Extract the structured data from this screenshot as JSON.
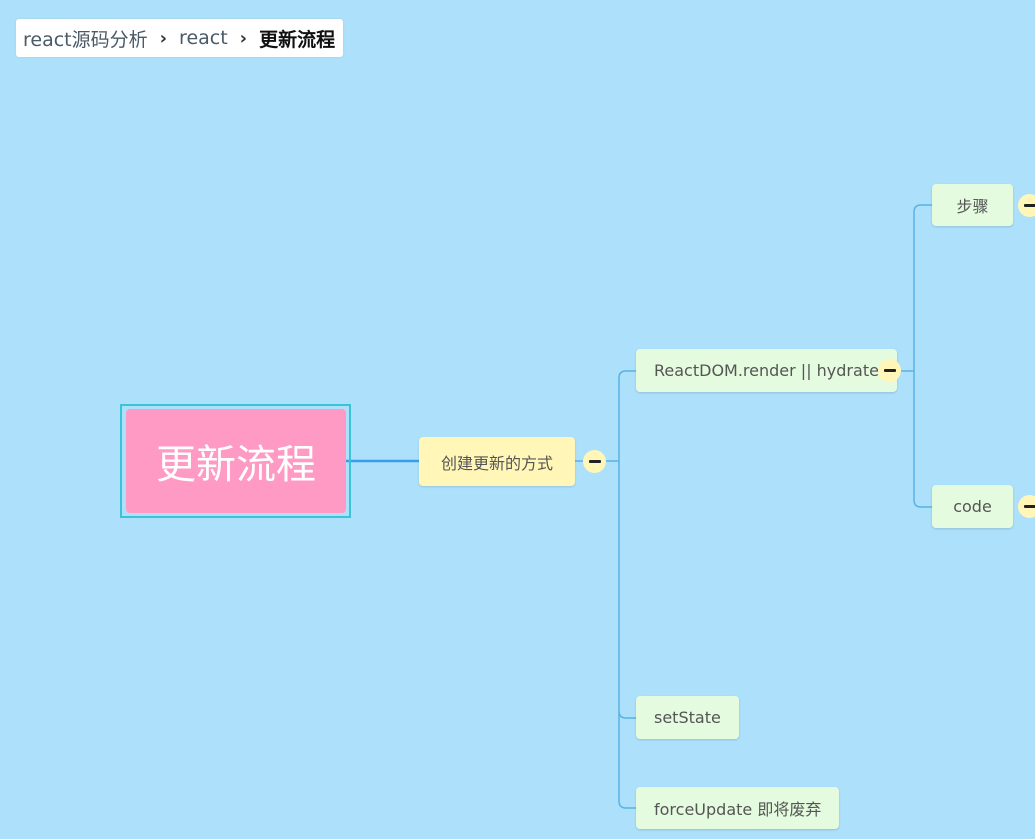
{
  "breadcrumb": {
    "items": [
      "react源码分析",
      "react"
    ],
    "current": "更新流程",
    "separator": "›"
  },
  "mindmap": {
    "root": "更新流程",
    "level1": "创建更新的方式",
    "level2": [
      "ReactDOM.render || hydrate",
      "setState",
      "forceUpdate 即将废弃"
    ],
    "level3": [
      "步骤",
      "code"
    ]
  },
  "colors": {
    "background": "#ade0fa",
    "root_fill": "#ff9ac4",
    "root_outline": "#3cc3d6",
    "level1_fill": "#fff6b8",
    "leaf_fill": "#e4fbdf",
    "line_root": "#3d9be9",
    "line_branch": "#58b2e6"
  },
  "icons": {
    "collapse": "minus-circle-icon",
    "separator": "chevron-right-icon"
  }
}
